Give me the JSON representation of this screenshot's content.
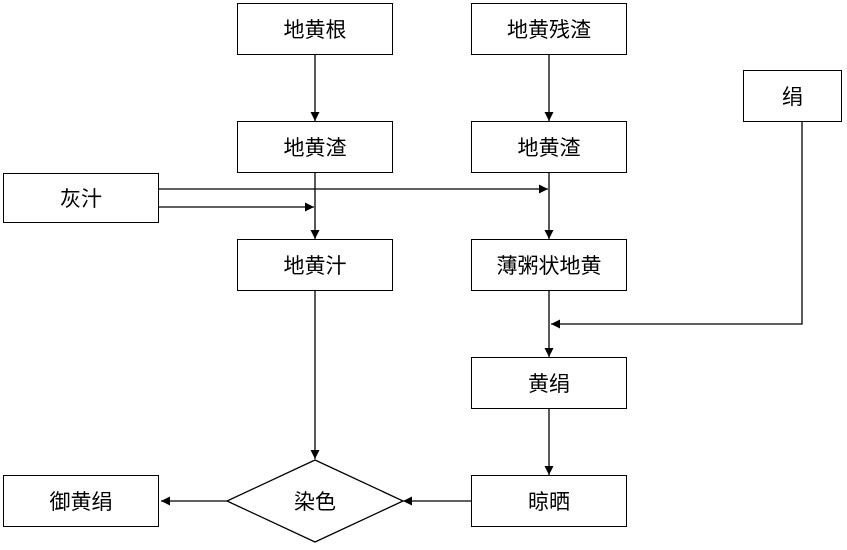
{
  "nodes": {
    "dihuang_gen": "地黄根",
    "dihuang_zha_left": "地黄渣",
    "dihuang_zhi": "地黄汁",
    "dihuang_canzha": "地黄残渣",
    "dihuang_zha_right": "地黄渣",
    "bozhou_dihuang": "薄粥状地黄",
    "juan": "绢",
    "huangjuan": "黄绢",
    "liangshai": "晾晒",
    "ranse": "染色",
    "yuhuangjuan": "御黄绢",
    "huizhi": "灰汁"
  }
}
